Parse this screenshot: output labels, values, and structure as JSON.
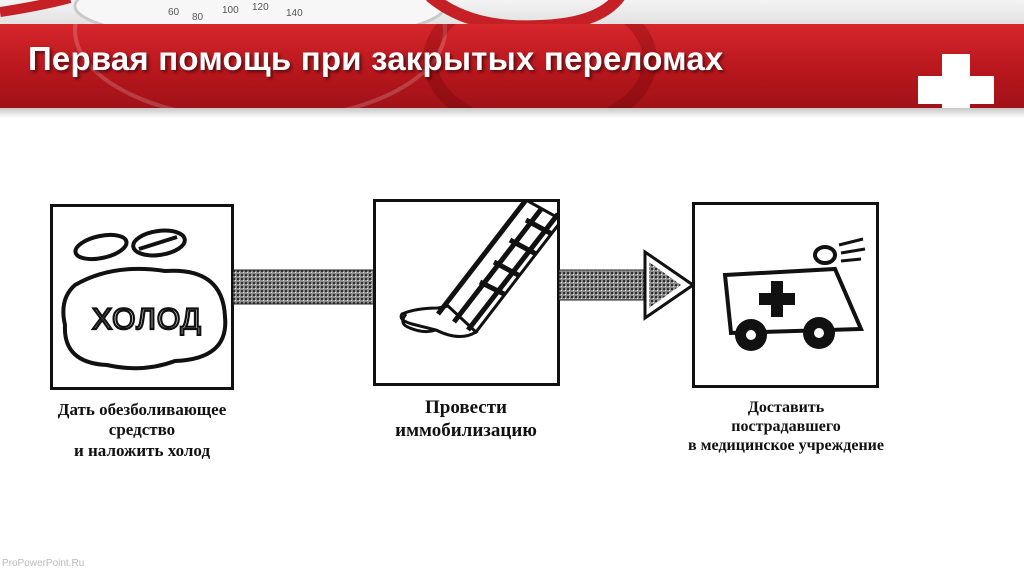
{
  "slide": {
    "title": "Первая помощь при закрытых переломах"
  },
  "steps": [
    {
      "icon_label": "ХОЛОД",
      "caption_lines": [
        "Дать обезболивающее",
        "средство",
        "и наложить холод"
      ]
    },
    {
      "caption_lines": [
        "Провести",
        "иммобилизацию"
      ]
    },
    {
      "caption_lines": [
        "Доставить",
        "пострадавшего",
        "в медицинское учреждение"
      ]
    }
  ],
  "gauge_numbers": [
    "60",
    "80",
    "100",
    "120",
    "140"
  ],
  "footer": "ProPowerPoint.Ru",
  "colors": {
    "banner": "#c01a20",
    "title_text": "#ffffff",
    "cross": "#ffffff"
  },
  "icons": [
    "pills-icon",
    "cold-pack-icon",
    "splinted-leg-icon",
    "ambulance-icon",
    "medical-cross-icon"
  ]
}
